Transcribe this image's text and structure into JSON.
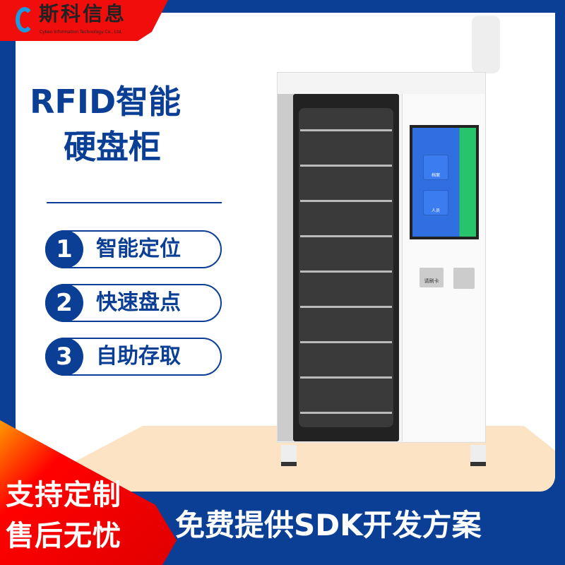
{
  "brand": {
    "name": "斯科信息",
    "english": "Cykeo Information Technology Co., Ltd."
  },
  "title": {
    "line1": "RFID智能",
    "line2": "硬盘柜"
  },
  "features": [
    {
      "num": "1",
      "label": "智能定位"
    },
    {
      "num": "2",
      "label": "快速盘点"
    },
    {
      "num": "3",
      "label": "自助存取"
    }
  ],
  "screen": {
    "btn1": "档案",
    "btn2": "人员"
  },
  "card_reader": "请刷卡",
  "badge": {
    "line1": "支持定制",
    "line2": "售后无忧"
  },
  "banner": "免费提供SDK开发方案",
  "colors": {
    "brand_blue": "#0b3f96",
    "brand_red": "#f20d0d",
    "floor": "#fbe3c4"
  }
}
